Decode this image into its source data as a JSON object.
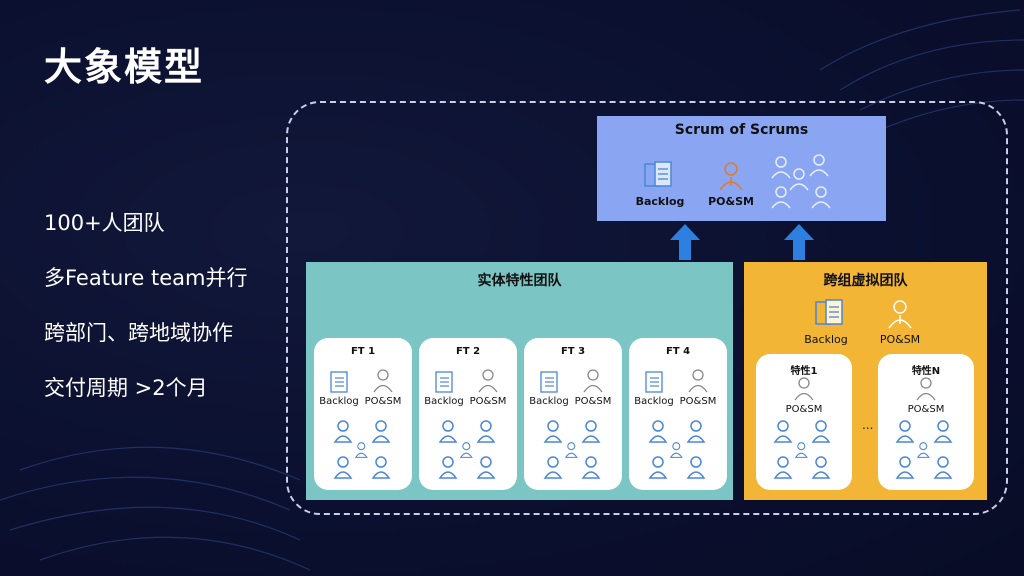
{
  "title": "大象模型",
  "bullets": [
    "100+人团队",
    "多Feature team并行",
    "跨部门、跨地域协作",
    "交付周期 >2个月"
  ],
  "scrum_of_scrums": {
    "title": "Scrum of Scrums",
    "backlog": "Backlog",
    "posm": "PO&SM"
  },
  "entity_team": {
    "title": "实体特性团队",
    "teams": [
      {
        "name": "FT 1",
        "backlog": "Backlog",
        "posm": "PO&SM"
      },
      {
        "name": "FT 2",
        "backlog": "Backlog",
        "posm": "PO&SM"
      },
      {
        "name": "FT 3",
        "backlog": "Backlog",
        "posm": "PO&SM"
      },
      {
        "name": "FT 4",
        "backlog": "Backlog",
        "posm": "PO&SM"
      }
    ]
  },
  "virtual_team": {
    "title": "跨组虚拟团队",
    "backlog": "Backlog",
    "posm": "PO&SM",
    "features": [
      {
        "name": "特性1",
        "posm": "PO&SM"
      },
      {
        "name": "特性N",
        "posm": "PO&SM"
      }
    ],
    "ellipsis": "..."
  },
  "colors": {
    "sos": "#8aa6f3",
    "entity": "#7cc5c5",
    "virtual": "#f2b536",
    "arrow": "#2d7fe0",
    "icon": "#4a86d8"
  }
}
